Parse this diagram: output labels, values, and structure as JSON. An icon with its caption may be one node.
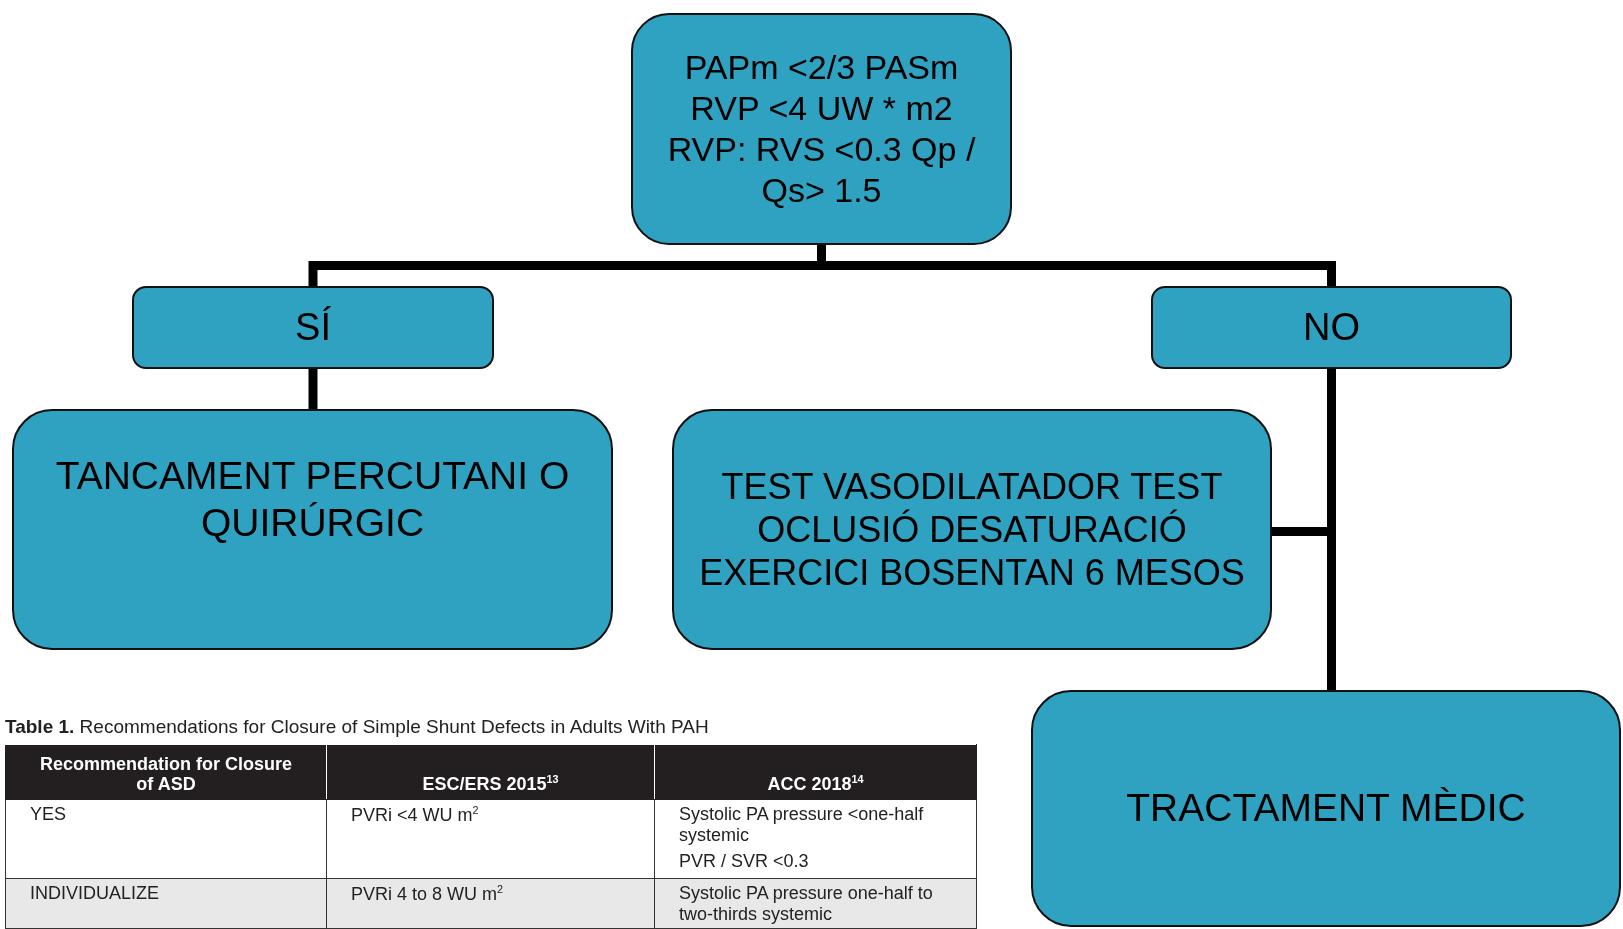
{
  "diagram": {
    "nodes": [
      {
        "text": [
          "PAPm <2/3 PASm RVP <4 UW * m2 RVP: RVS <0.3 Qp / Qs> 1.5"
        ]
      },
      {
        "text": [
          "SÍ"
        ]
      },
      {
        "text": [
          "NO"
        ]
      },
      {
        "text": [
          "TANCAMENT PERCUTANI O QUIRÚRGIC"
        ]
      },
      {
        "text": [
          "TEST VASODILATADOR TEST OCLUSIÓ DESATURACIÓ EXERCICI BOSENTAN 6 MESOS"
        ]
      },
      {
        "text": [
          "TRACTAMENT MÈDIC"
        ]
      }
    ],
    "edges": [
      {
        "from": 0,
        "to": 1,
        "arrow": "none"
      },
      {
        "from": 0,
        "to": 2,
        "arrow": "none"
      },
      {
        "from": 1,
        "to": 3,
        "arrow": "none"
      },
      {
        "from": 2,
        "to": 4,
        "arrow": "none"
      },
      {
        "from": 2,
        "to": 5,
        "arrow": "none"
      }
    ],
    "labels": [
      "**Table 1.** Recommendations for Closure of Simple Shunt Defects in Adults With PAH",
      "Recommendation for Closure of ASD",
      "ESC/ERS 2015$^{13}$",
      "ACC 2018$^{14}$",
      "YES",
      "PVRi <4 WU m$^{2}$",
      "Systolic PA pressure <one-half systemic",
      "PVR / SVR <0.3",
      "INDIVIDUALIZE",
      "PVRi 4 to 8 WU m$^{2}$",
      "Systolic PA pressure one-half to two-thirds systemic"
    ]
  }
}
